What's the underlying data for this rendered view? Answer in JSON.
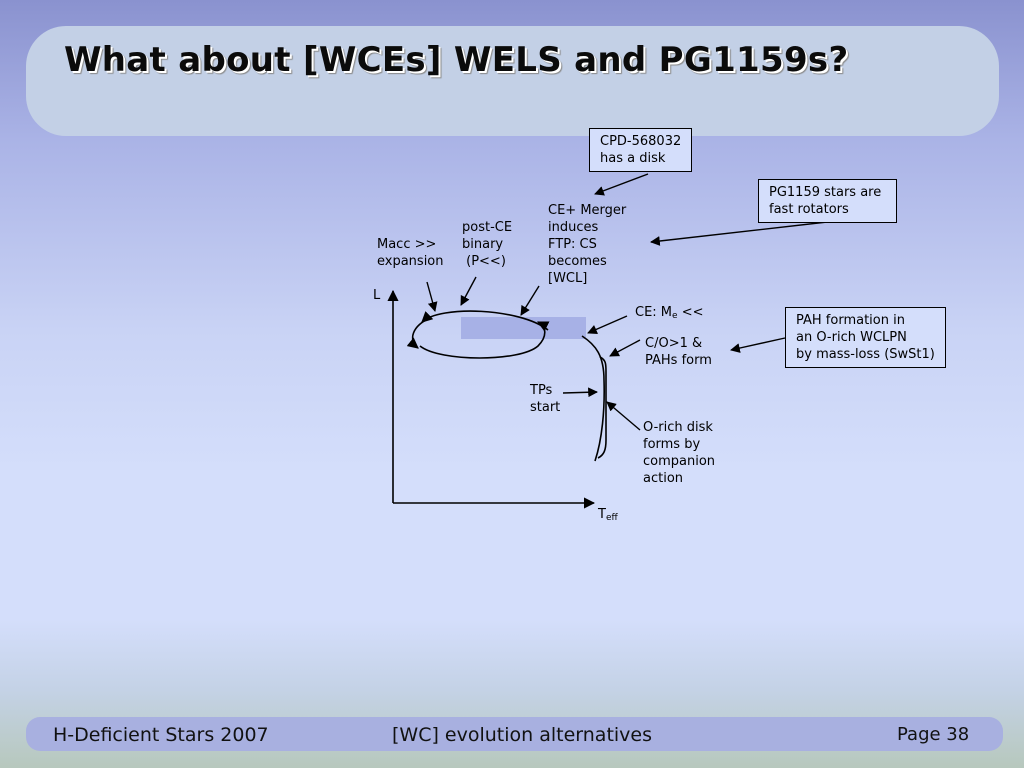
{
  "slide": {
    "title": "What about [WCEs] WELS and PG1159s?"
  },
  "diagram": {
    "axis_y_label": "L",
    "axis_x_label_main": "T",
    "axis_x_label_sub": "eff",
    "label_macc": "Macc >>\nexpansion",
    "label_post_ce": "post-CE\nbinary\n (P<<)",
    "label_ce_merger": "CE+ Merger\ninduces\nFTP: CS\nbecomes\n[WCL]",
    "label_ce_me_main": "CE: M",
    "label_ce_me_sub": "e",
    "label_ce_me_tail": " <<",
    "label_co": "C/O>1 &\nPAHs form",
    "label_tps": "TPs\nstart",
    "label_orich": "O-rich disk\nforms by\ncompanion\naction",
    "box_cpd": "CPD-568032\nhas a disk",
    "box_pg1159": "PG1159 stars are\nfast rotators",
    "box_pah": "PAH formation in\nan O-rich WCLPN\nby mass-loss (SwSt1)",
    "highlight_color": "#a7b1e6"
  },
  "footer": {
    "left": "H-Deficient Stars 2007",
    "center": "[WC] evolution alternatives",
    "page": "Page 38"
  }
}
